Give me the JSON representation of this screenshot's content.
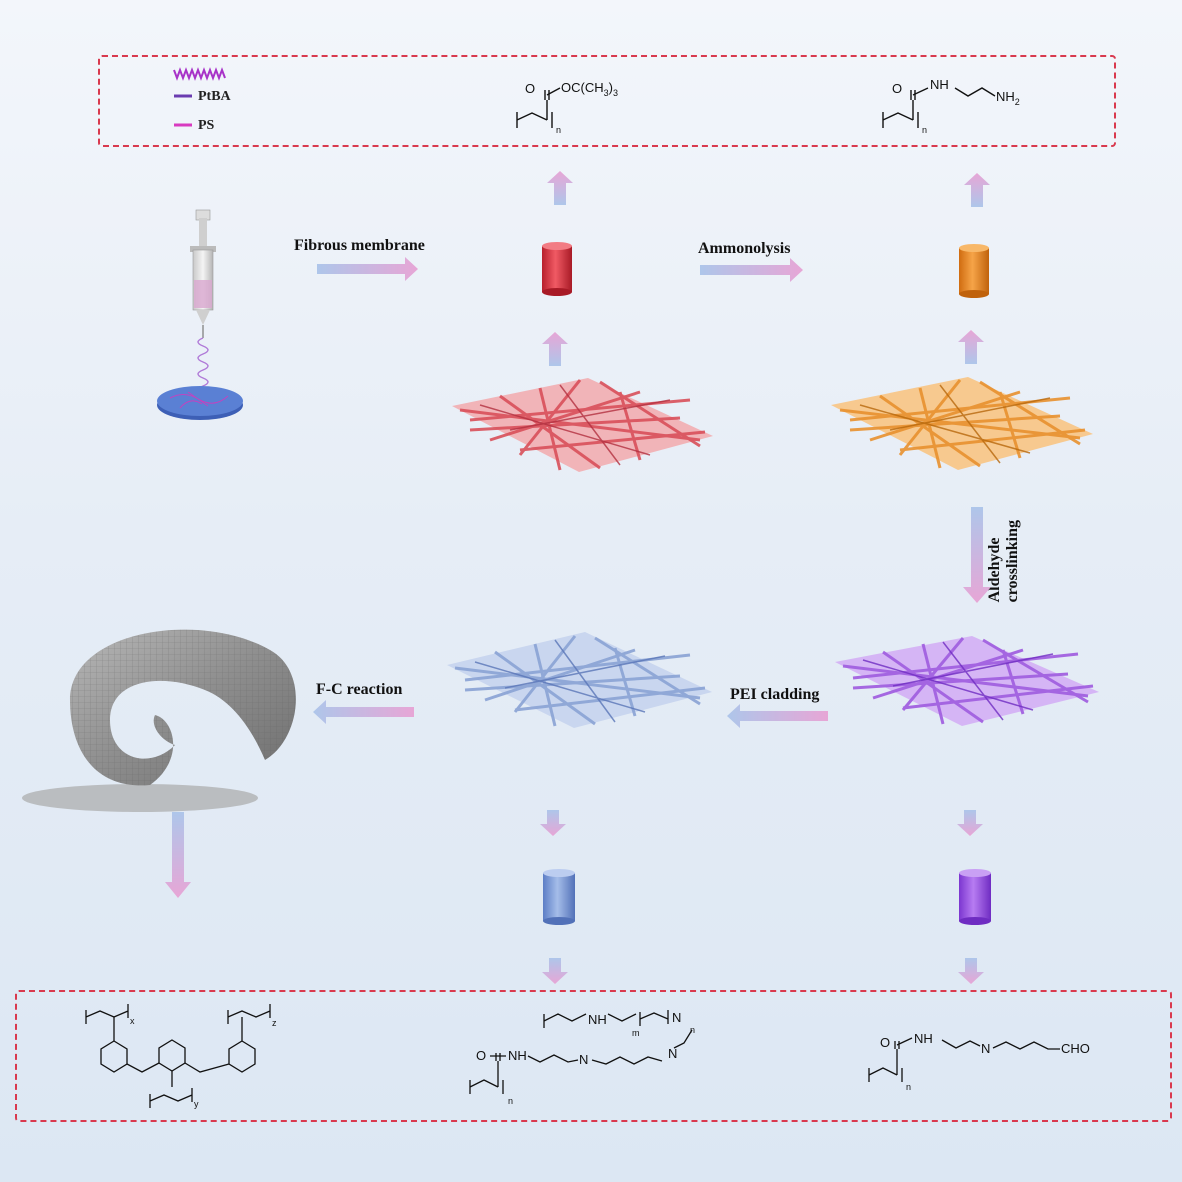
{
  "legend": {
    "ptba": "PtBA",
    "ps": "PS"
  },
  "arrows": {
    "fibrous_membrane": "Fibrous membrane",
    "ammonolysis": "Ammonolysis",
    "aldehyde": "Aldehyde",
    "crosslinking": "crosslinking",
    "pei_cladding": "PEI cladding",
    "fc_reaction": "F-C reaction"
  },
  "chem": {
    "ptba_group": "OC(CH",
    "ptba_sub3": "3",
    "ptba_close": ")",
    "ptba_sub3b": "3",
    "o": "O",
    "nh": "NH",
    "nh2": "NH",
    "sub2": "2",
    "n": "n",
    "N": "N",
    "cho": "CHO",
    "m": "m",
    "x": "x",
    "y": "y",
    "z": "z"
  },
  "colors": {
    "dash": "#d9394e",
    "red_membrane": "#d9505a",
    "orange_membrane": "#e8912f",
    "purple_membrane": "#a261e0",
    "blue_membrane": "#8ea6d6",
    "arrow_start": "#aec6ea",
    "arrow_end": "#e7a6d6"
  }
}
